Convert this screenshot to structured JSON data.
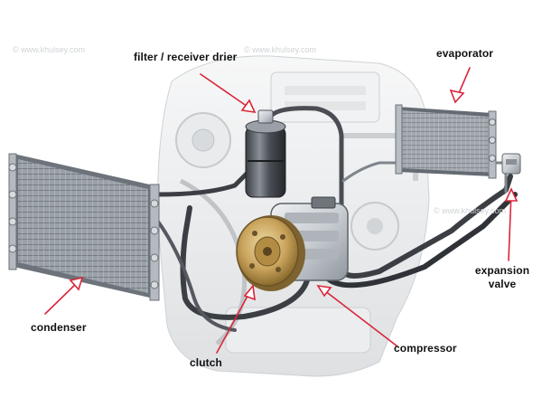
{
  "watermark": "© www.khulsey.com",
  "labels": {
    "filter_receiver_drier": "filter / receiver drier",
    "evaporator": "evaporator",
    "condenser": "condenser",
    "clutch": "clutch",
    "compressor": "compressor",
    "expansion_valve_line1": "expansion",
    "expansion_valve_line2": "valve"
  },
  "colors": {
    "arrow_red": "#d9263a",
    "hose_dark": "#3b3f44",
    "metal_light": "#c9ced3",
    "clutch_gold": "#c8a35c"
  }
}
